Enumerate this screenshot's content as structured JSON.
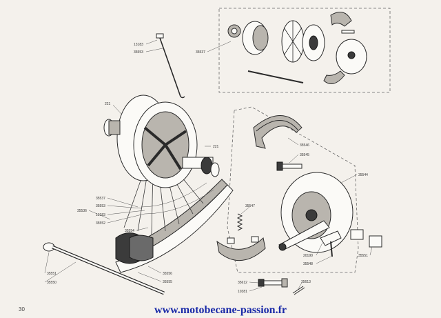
{
  "page": {
    "number": "30"
  },
  "footer": {
    "website": "www.motobecane-passion.fr"
  },
  "labels": {
    "spoke_top_13183": "13183",
    "spoke_top_35553": "35553",
    "hub_detail_35537": "35537",
    "hub_221_left": "221",
    "hub_221_right": "221",
    "spoke_35537": "35537",
    "spoke_35553": "35553",
    "spoke_13183": "13183",
    "spoke_35552": "35552",
    "rim_35536": "35536",
    "rim_35554": "35554",
    "tire_35556": "35556",
    "tire_35555": "35555",
    "axle_35551": "35551",
    "axle_35550": "35550",
    "shoe_35546": "35546",
    "pin_35545": "35545",
    "plate_35544": "35544",
    "spring_35547": "35547",
    "spacer_35551": "35551",
    "lever_20190": "20190",
    "lever_35548": "35548",
    "bolt_35612": "35612",
    "bolt_10381": "10381",
    "cotter_35613": "35613"
  }
}
